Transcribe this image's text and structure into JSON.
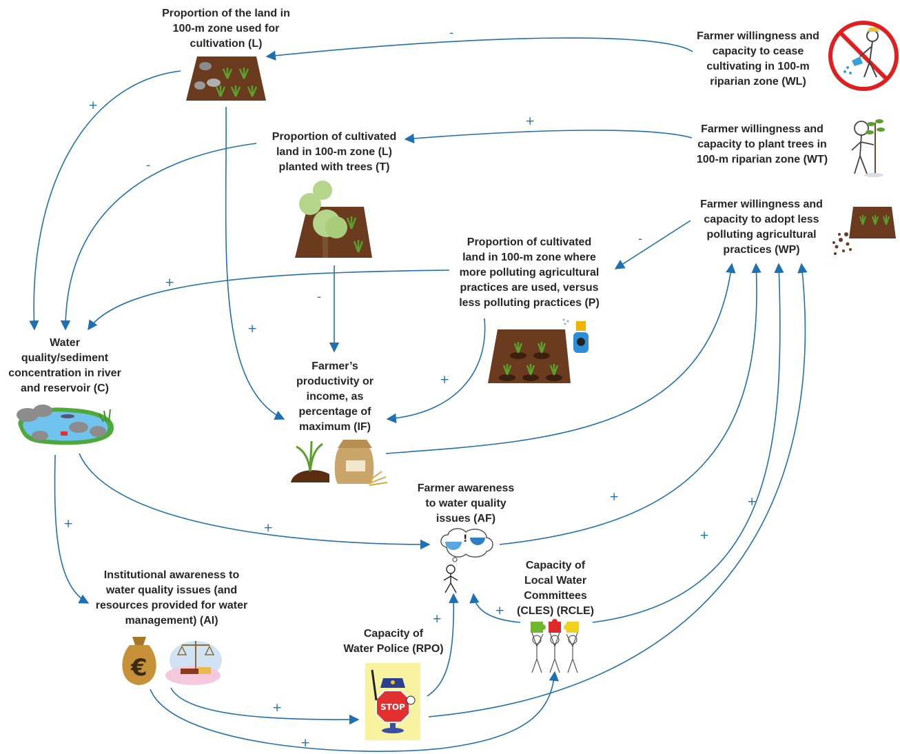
{
  "nodes": {
    "land": {
      "lines": [
        "Proportion of the land in",
        "100-m zone used for",
        "cultivation (L)"
      ]
    },
    "trees": {
      "lines": [
        "Proportion of cultivated",
        "land in 100-m zone  (L)",
        "planted with trees (T)"
      ]
    },
    "pollute": {
      "lines": [
        "Proportion of cultivated",
        "land in 100-m zone where",
        "more polluting agricultural",
        "practices are used,  versus",
        "less polluting practices (P)"
      ]
    },
    "water": {
      "lines": [
        "Water",
        "quality/sediment",
        "concentration in river",
        "and reservoir (C)"
      ]
    },
    "income": {
      "lines": [
        "Farmer’s",
        "productivity or",
        "income, as",
        "percentage of",
        "maximum (IF)"
      ]
    },
    "wl": {
      "lines": [
        "Farmer willingness and",
        "capacity to cease",
        "cultivating in 100-m",
        "riparian zone (WL)"
      ]
    },
    "wt": {
      "lines": [
        "Farmer willingness and",
        "capacity to plant trees in",
        "100-m riparian zone (WT)"
      ]
    },
    "wp": {
      "lines": [
        "Farmer willingness and",
        "capacity to adopt less",
        "polluting agricultural",
        "practices (WP)"
      ]
    },
    "af": {
      "lines": [
        "Farmer awareness",
        "to water quality",
        "issues (AF)"
      ]
    },
    "ai": {
      "lines": [
        "Institutional awareness to",
        "water quality issues (and",
        "resources provided for water",
        "management) (AI)"
      ]
    },
    "rpo": {
      "lines": [
        "Capacity of",
        "Water Police (RPO)"
      ]
    },
    "rcle": {
      "lines": [
        "Capacity of",
        "Local Water",
        "Committees",
        "(CLES) (RCLE)"
      ]
    }
  },
  "signs": {
    "wl_to_l": "-",
    "l_to_c": "+",
    "t_to_c": "-",
    "wt_to_t": "+",
    "p_to_c": "+",
    "t_to_if": "-",
    "l_to_if": "+",
    "wp_to_p": "-",
    "p_to_if": "+",
    "c_to_af": "+",
    "c_to_ai": "+",
    "af_to_wp": "+",
    "rcle_to_wp": "+",
    "rpo_to_wp": "+",
    "rcle_to_af": "+",
    "rpo_to_af": "+",
    "ai_to_rpo": "+",
    "ai_to_rcle": "+"
  },
  "icons": {
    "land": "cultivated-field-icon",
    "trees": "field-with-trees-icon",
    "pollute": "sprayed-field-icon",
    "water": "river-reservoir-icon",
    "income": "crop-and-grain-sack-icon",
    "wl": "no-cultivation-sign-icon",
    "wt": "farmer-planting-tree-icon",
    "wp": "field-soil-erosion-icon",
    "af": "thinking-farmer-icon",
    "ai": "money-bag-and-justice-scale-icon",
    "rpo": "police-stop-sign-icon",
    "rcle": "committee-puzzle-people-icon"
  },
  "colors": {
    "arrow": "#1f6fb3",
    "text": "#262626",
    "soil": "#6b3b20",
    "plant": "#5aa02c",
    "water": "#4aa3df"
  }
}
